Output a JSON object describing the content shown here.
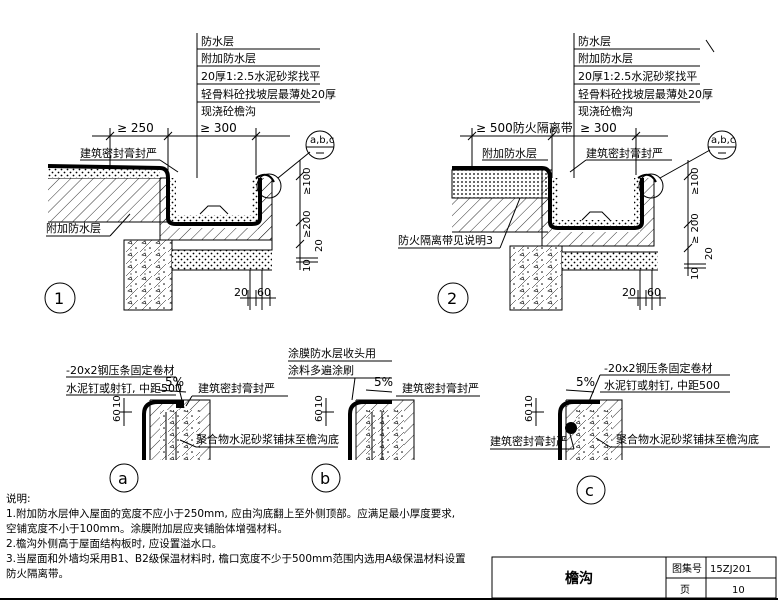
{
  "detail1": {
    "layers": [
      "防水层",
      "附加防水层",
      "20厚1:2.5水泥砂浆找平",
      "轻骨料砼找坡层最薄处20厚",
      "现浇砼檐沟"
    ],
    "dim_left": "≥ 250",
    "dim_right": "≥ 300",
    "label_sealant": "建筑密封膏封严",
    "label_extra": "附加防水层",
    "callout": "a,b,c",
    "dim_100": "≥100",
    "dim_200": "≥200",
    "dim_20": "20",
    "dim_10": "10",
    "dim_2060": "20",
    "dim_60": "60",
    "number": "1"
  },
  "detail2": {
    "layers": [
      "防水层",
      "附加防水层",
      "20厚1:2.5水泥砂浆找平",
      "轻骨料砼找坡层最薄处20厚",
      "现浇砼檐沟"
    ],
    "dim_left": "≥ 500防火隔离带",
    "dim_right": "≥ 300",
    "label_extra": "附加防水层",
    "label_sealant": "建筑密封膏封严",
    "label_fire": "防火隔离带见说明3",
    "callout": "a,b,c",
    "dim_100": "≥100",
    "dim_200": "≥ 200",
    "dim_20": "20",
    "dim_10": "10",
    "dim_2060": "20",
    "dim_60": "60",
    "number": "2"
  },
  "detail_a": {
    "label1": "-20x2钢压条固定卷材",
    "label2": "水泥钉或射钉, 中距500",
    "slope": "5%",
    "sealant": "建筑密封膏封严",
    "mortar": "聚合物水泥砂浆铺抹至檐沟底",
    "dim_60": "60",
    "dim_10": "10",
    "letter": "a"
  },
  "detail_b": {
    "label1": "涂膜防水层收头用",
    "label2": "涂料多遍涂刷",
    "slope": "5%",
    "sealant": "建筑密封膏封严",
    "dim_60": "60",
    "dim_10": "10",
    "letter": "b"
  },
  "detail_c": {
    "label1": "-20x2钢压条固定卷材",
    "label2": "水泥钉或射钉, 中距500",
    "slope": "5%",
    "sealant": "建筑密封膏封严",
    "mortar": "聚合物水泥砂浆铺抹至檐沟底",
    "dim_60": "60",
    "dim_10": "10",
    "letter": "c"
  },
  "notes": {
    "heading": "说明:",
    "lines": [
      "1.附加防水层伸入屋面的宽度不应小于250mm, 应由沟底翻上至外侧顶部。应满足最小厚度要求,",
      "  空铺宽度不小于100mm。涂膜附加层应夹铺胎体增强材料。",
      "2.檐沟外侧高于屋面结构板时, 应设置溢水口。",
      "3.当屋面和外墙均采用B1、B2级保温材料时, 檐口宽度不少于500mm范围内选用A级保温材料设置",
      "  防火隔离带。"
    ]
  },
  "titleblock": {
    "title": "檐沟",
    "atlas_label": "图集号",
    "atlas_value": "15ZJ201",
    "page_label": "页",
    "page_value": "10"
  }
}
